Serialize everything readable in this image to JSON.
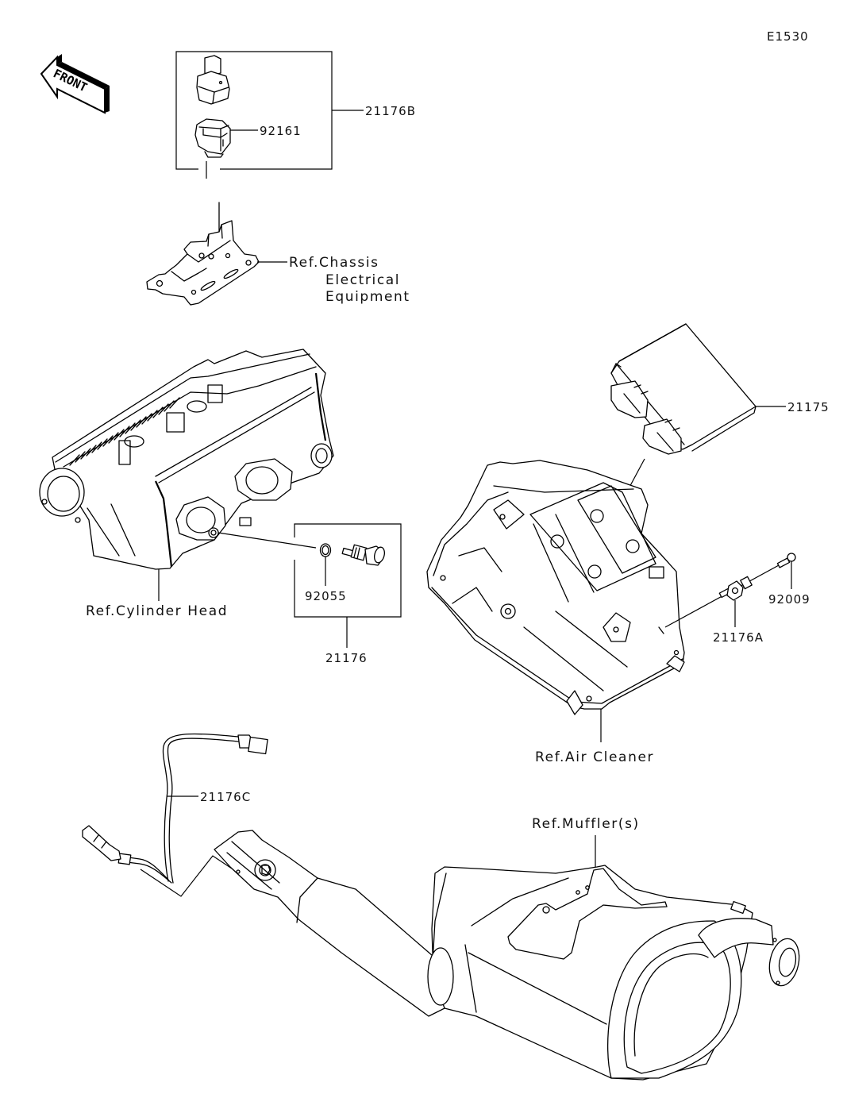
{
  "diagram": {
    "code": "E1530",
    "orientation_label": "FRONT",
    "callouts": [
      {
        "id": "21176B",
        "text": "21176B",
        "part": "relay assembly (kit)"
      },
      {
        "id": "92161",
        "text": "92161",
        "part": "relay"
      },
      {
        "id": "21175",
        "text": "21175",
        "part": "ECU"
      },
      {
        "id": "92055",
        "text": "92055",
        "part": "O-ring"
      },
      {
        "id": "21176",
        "text": "21176",
        "part": "water temperature sensor"
      },
      {
        "id": "92009",
        "text": "92009",
        "part": "screw"
      },
      {
        "id": "21176A",
        "text": "21176A",
        "part": "intake air temperature sensor"
      },
      {
        "id": "21176C",
        "text": "21176C",
        "part": "oxygen sensor"
      }
    ],
    "references": {
      "chassis_line1": "Ref.Chassis",
      "chassis_line2": "Electrical",
      "chassis_line3": "Equipment",
      "cylinder_head": "Ref.Cylinder Head",
      "air_cleaner": "Ref.Air Cleaner",
      "mufflers": "Ref.Muffler(s)"
    }
  }
}
